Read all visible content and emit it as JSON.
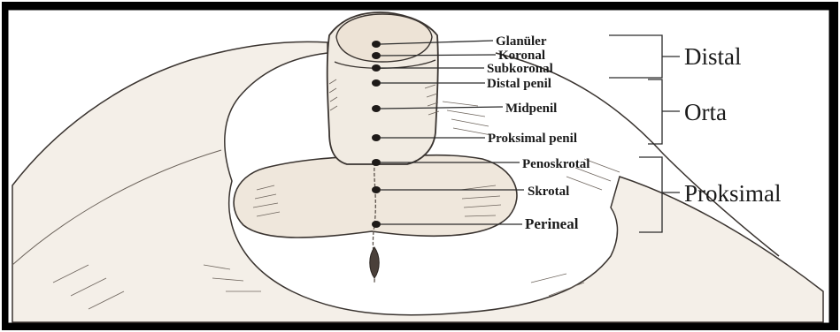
{
  "locations": [
    {
      "id": "glanuler",
      "label": "Glanüler"
    },
    {
      "id": "koronal",
      "label": "Koronal"
    },
    {
      "id": "subkoronal",
      "label": "Subkoronal"
    },
    {
      "id": "distal-penil",
      "label": "Distal penil"
    },
    {
      "id": "midpenil",
      "label": "Midpenil"
    },
    {
      "id": "proksimal-penil",
      "label": "Proksimal penil"
    },
    {
      "id": "penoskrotal",
      "label": "Penoskrotal"
    },
    {
      "id": "skrotal",
      "label": "Skrotal"
    },
    {
      "id": "perineal",
      "label": "Perineal"
    }
  ],
  "groups": [
    {
      "id": "distal",
      "label": "Distal"
    },
    {
      "id": "orta",
      "label": "Orta"
    },
    {
      "id": "proksimal",
      "label": "Proksimal"
    }
  ],
  "colors": {
    "frame": "#000000",
    "skin": "#f2ede6",
    "skin_shadow": "#e2d8cc",
    "outline": "#3a3430",
    "dot": "#1e1a18",
    "pointer": "#2a2a2a"
  }
}
